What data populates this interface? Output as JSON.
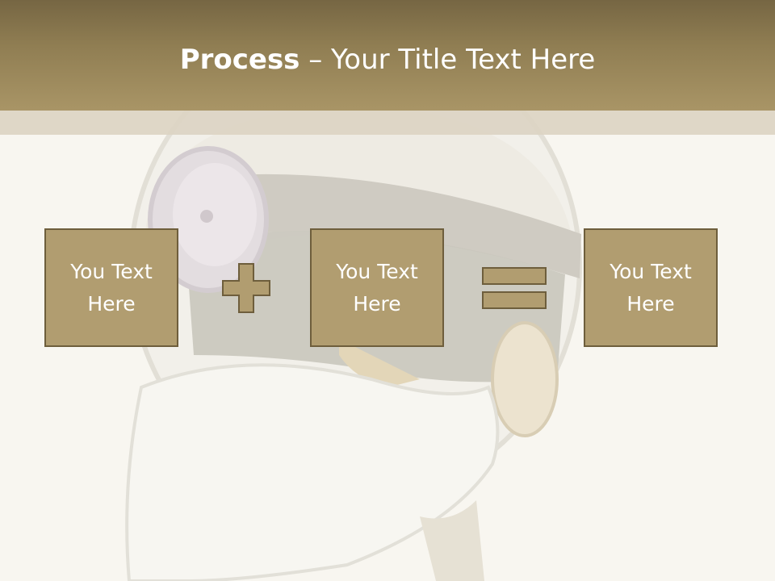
{
  "slide": {
    "title_bold": "Process",
    "title_rest": " – Your Title Text Here"
  },
  "process": {
    "boxes": [
      {
        "text": "You Text Here"
      },
      {
        "text": "You Text Here"
      },
      {
        "text": "You Text Here"
      }
    ],
    "operators": [
      "plus-icon",
      "equals-icon"
    ]
  },
  "colors": {
    "header": "#8f7d52",
    "box_fill": "#b19d70",
    "box_border": "#6e5e3c",
    "background": "#f8f6f0"
  }
}
